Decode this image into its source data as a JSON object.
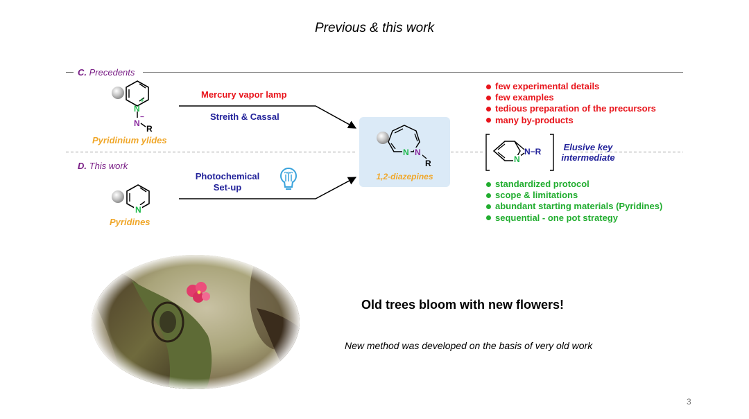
{
  "slide": {
    "title": "Previous & this work",
    "page_number": "3"
  },
  "precedents": {
    "letter": "C.",
    "label": "Precedents",
    "substrate_label": "Pyridinium ylides",
    "conditions_top": "Mercury vapor lamp",
    "conditions_bottom": "Streith & Cassal",
    "drawbacks": [
      "few experimental details",
      "few examples",
      "tedious preparation of the precursors",
      "many by-products"
    ]
  },
  "this_work": {
    "letter": "D.",
    "label": "This work",
    "substrate_label": "Pyridines",
    "conditions_line1": "Photochemical",
    "conditions_line2": "Set-up",
    "advantages": [
      "standardized protocol",
      "scope & limitations",
      "abundant starting materials (Pyridines)",
      "sequential - one pot strategy"
    ]
  },
  "product": {
    "label": "1,2-diazepines"
  },
  "intermediate": {
    "line1": "Elusive key",
    "line2": "intermediate"
  },
  "structure_atoms": {
    "n": "N",
    "n_plus": "N",
    "plus": "+",
    "minus": "−",
    "r": "R",
    "nr": "N−R"
  },
  "footer": {
    "motto": "Old trees bloom with new flowers!",
    "subtitle": "New method was developed on the basis of very old work"
  },
  "colors": {
    "red": "#e8141b",
    "green": "#21ad2f",
    "navy": "#22229a",
    "purple": "#7a1f86",
    "orange": "#f0a72a",
    "nitrogen_green": "#1db84a",
    "product_box": "#dbeaf7"
  },
  "icons": [
    "lightbulb-icon",
    "substituent-sphere-icon"
  ],
  "photo": "ancient tree branch with pink plum blossoms"
}
